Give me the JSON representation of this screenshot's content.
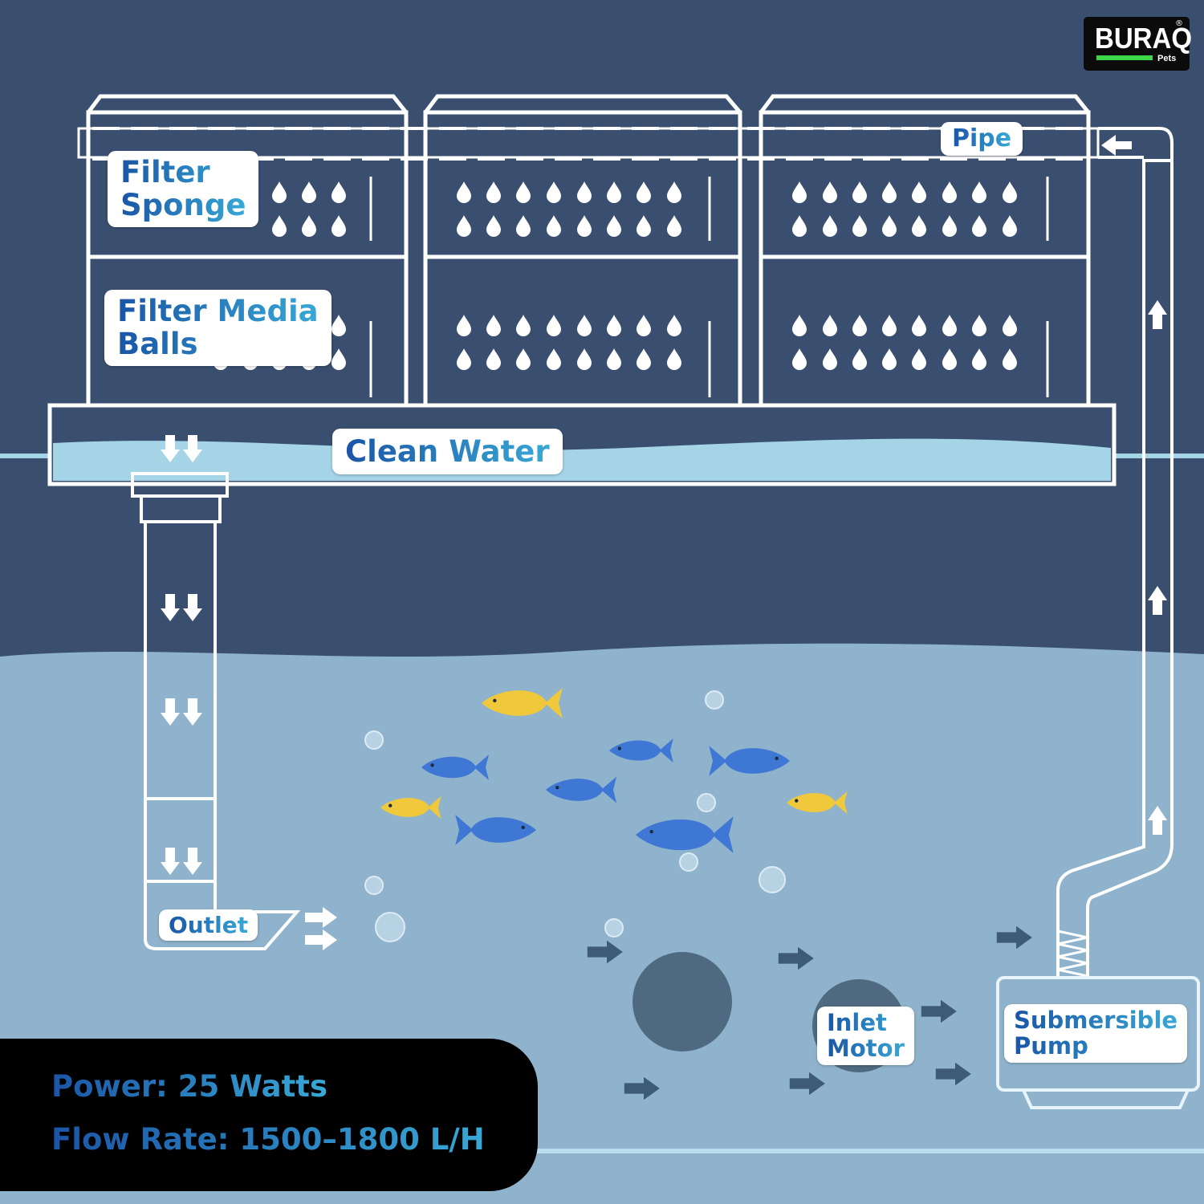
{
  "brand": {
    "name": "BURAQ",
    "sub": "Pets",
    "mark": "®"
  },
  "labels": {
    "filter_sponge": [
      "Filter",
      "Sponge"
    ],
    "filter_media_balls": [
      "Filter Media",
      "Balls"
    ],
    "pipe": "Pipe",
    "clean_water": "Clean Water",
    "outlet": "Outlet",
    "inlet_motor": [
      "Inlet",
      "Motor"
    ],
    "submersible_pump": [
      "Submersible",
      "Pump"
    ]
  },
  "specs": {
    "power": "Power: 25 Watts",
    "flow_rate": "Flow Rate: 1500–1800 L/H"
  },
  "colors": {
    "background": "#3a4f70",
    "tank_water": "#8fb3cc",
    "clean_water": "#a4d4e6",
    "outline": "#ffffff",
    "label_text": "#1a5da6",
    "fish_blue": "#3f78d4",
    "fish_yellow": "#f0c83c",
    "motor": "#4f6a80",
    "spec_panel": "#000000"
  }
}
